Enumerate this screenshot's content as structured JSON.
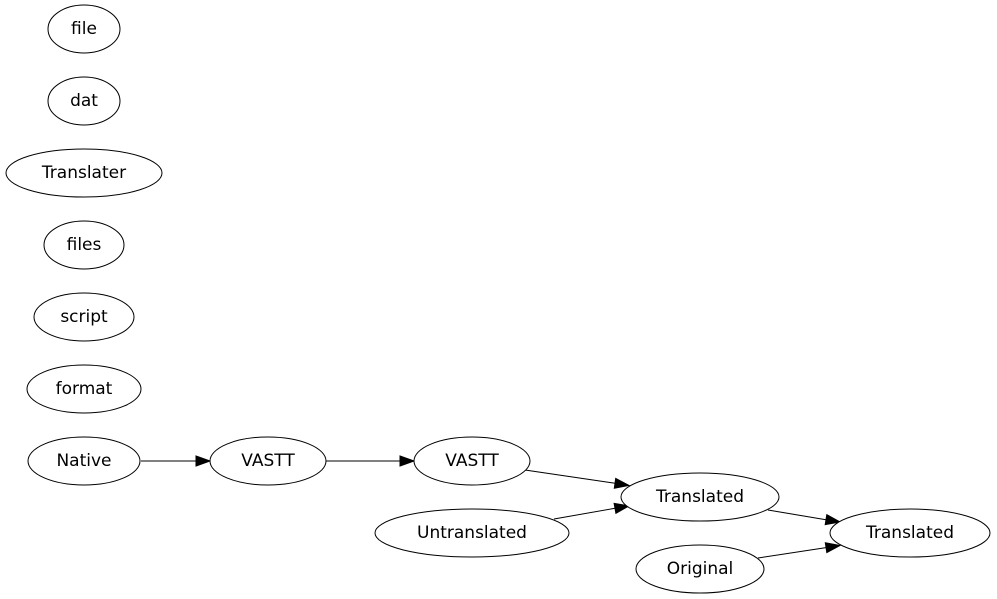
{
  "diagram": {
    "nodes": {
      "file": "file",
      "dat": "dat",
      "translater": "Translater",
      "files": "files",
      "script": "script",
      "format": "format",
      "native": "Native",
      "vastt_1": "VASTT",
      "vastt_2": "VASTT",
      "untranslated": "Untranslated",
      "translated_1": "Translated",
      "original": "Original",
      "translated_2": "Translated"
    },
    "edges": [
      {
        "from": "native",
        "to": "vastt_1"
      },
      {
        "from": "vastt_1",
        "to": "vastt_2"
      },
      {
        "from": "vastt_2",
        "to": "translated_1"
      },
      {
        "from": "untranslated",
        "to": "translated_1"
      },
      {
        "from": "translated_1",
        "to": "translated_2"
      },
      {
        "from": "original",
        "to": "translated_2"
      }
    ],
    "colors": {
      "stroke": "#000000",
      "fill": "#ffffff",
      "text": "#000000"
    }
  }
}
